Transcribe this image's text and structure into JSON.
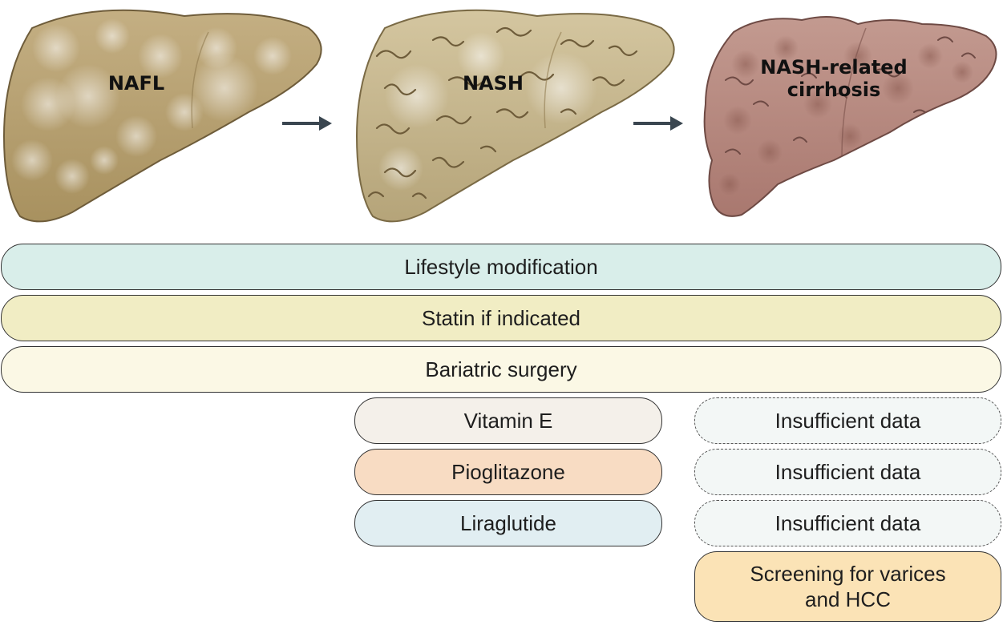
{
  "stages": {
    "nafl": "NAFL",
    "nash": "NASH",
    "cirrhosis_line1": "NASH-related",
    "cirrhosis_line2": "cirrhosis"
  },
  "treatments": {
    "lifestyle": "Lifestyle modification",
    "statin": "Statin if indicated",
    "bariatric": "Bariatric surgery",
    "vitamin_e": "Vitamin E",
    "pioglitazone": "Pioglitazone",
    "liraglutide": "Liraglutide",
    "insufficient_1": "Insufficient data",
    "insufficient_2": "Insufficient data",
    "insufficient_3": "Insufficient data",
    "screening_line1": "Screening for varices",
    "screening_line2": "and HCC"
  },
  "colors": {
    "healthy_liver": "#b39d6f",
    "nash_liver": "#c2b38c",
    "cirrhotic_liver": "#b5857c",
    "lifestyle": "#d9eeea",
    "statin": "#f1edc4",
    "bariatric": "#fbf8e5",
    "vitamin_e": "#f4f0ea",
    "pioglitazone": "#f8dcc3",
    "liraglutide": "#e1eef2",
    "insufficient": "#f3f7f6",
    "screening": "#fbe3b6"
  }
}
